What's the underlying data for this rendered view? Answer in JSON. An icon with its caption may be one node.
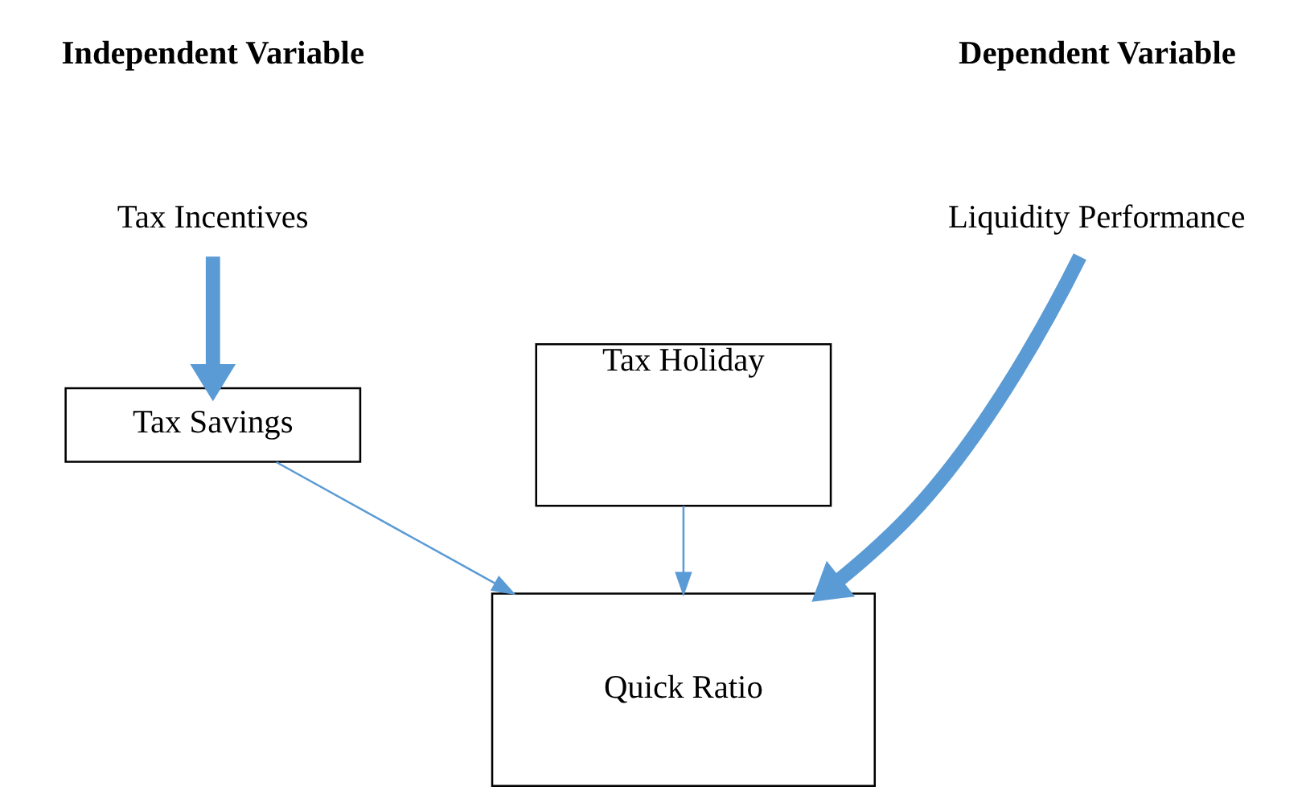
{
  "diagram": {
    "nodes": [
      {
        "text": [
          "Tax Incentives"
        ]
      },
      {
        "text": [
          "Tax Savings"
        ]
      },
      {
        "text": [
          "Tax Holiday"
        ]
      },
      {
        "text": [
          "Liquidity Performance"
        ]
      },
      {
        "text": [
          "Quick Ratio"
        ]
      }
    ],
    "edges": [
      {
        "from": 0,
        "to": 1,
        "arrow": "to",
        "style": "thick"
      },
      {
        "from": 3,
        "to": 4,
        "arrow": "to",
        "style": "thick"
      },
      {
        "from": 1,
        "to": 4,
        "arrow": "to"
      },
      {
        "from": 2,
        "to": 4,
        "arrow": "to"
      }
    ],
    "labels": [
      "Independent Variable",
      "Dependent Variable"
    ]
  }
}
